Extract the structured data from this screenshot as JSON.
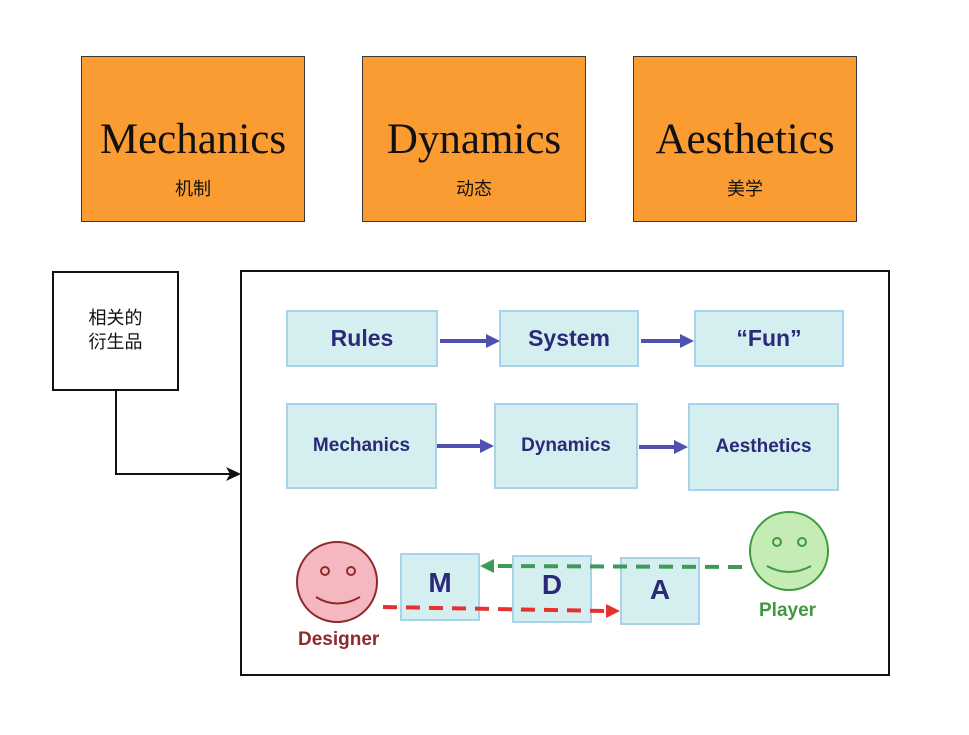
{
  "top_boxes": [
    {
      "title": "Mechanics",
      "subtitle": "机制"
    },
    {
      "title": "Dynamics",
      "subtitle": "动态"
    },
    {
      "title": "Aesthetics",
      "subtitle": "美学"
    }
  ],
  "note": {
    "text": "相关的衍生品"
  },
  "frame": {
    "row1": [
      "Rules",
      "System",
      "“Fun”"
    ],
    "row2": [
      "Mechanics",
      "Dynamics",
      "Aesthetics"
    ],
    "row3": [
      "M",
      "D",
      "A"
    ],
    "designer_label": "Designer",
    "player_label": "Player"
  },
  "colors": {
    "orange": "#fb9c33",
    "cyan_fill": "#d5eef0",
    "cyan_border": "#a9d3ea",
    "navy_text": "#2a2a78",
    "arrow_blue": "#5050b0",
    "designer_face": "#f5b8c0",
    "designer_stroke": "#8f2a2a",
    "player_face": "#c4ecb4",
    "player_stroke": "#3f9a3f",
    "red_dash": "#e83030",
    "green_dash": "#3f9a5a"
  }
}
